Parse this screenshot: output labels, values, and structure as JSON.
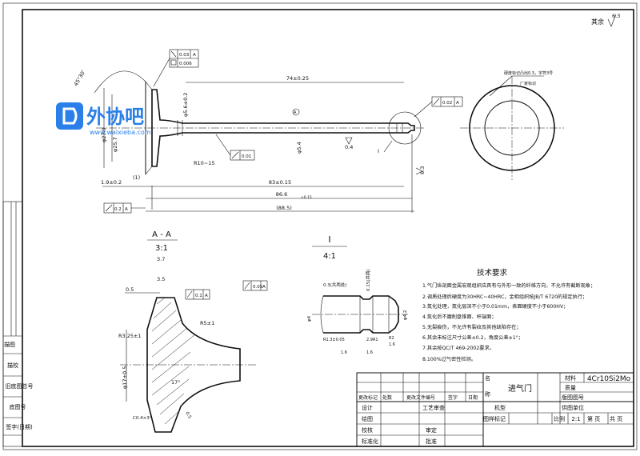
{
  "drawing": {
    "surface_finish_other": "其余",
    "surface_finish_value": "6.3",
    "watermark": {
      "name": "外协吧",
      "url": "www.waixieba.com"
    },
    "left_strip": [
      "描图",
      "描校",
      "旧底图总号",
      "底图号",
      "签字(日期)"
    ],
    "main_dims": {
      "d_74": "74±0.25",
      "d_83": "83±0.15",
      "d_86": "86.6",
      "d_86_tol": "±0.15",
      "d_88": "(88.5)",
      "d_19": "1.9±0.2",
      "d_1": "(1)",
      "r10": "R10~15",
      "d_272": "φ27.9",
      "d_257": "φ25.7",
      "d_56": "φ5.6±0.2",
      "d_stem": "φ5.4",
      "angle": "45°30'",
      "fine": "0.4",
      "rough": "6.3"
    },
    "tolerances": {
      "top_runout": "0.03",
      "top_flat": "0.006",
      "stem_runout": "0.02",
      "straight": "0.01",
      "face_runout": "0.2",
      "datum": "A",
      "datum_mark": "A"
    },
    "hardness_note": "硬度标记凸出0.3，字符3号",
    "mark_note": "厂家标识",
    "section_aa": {
      "title": "A - A",
      "scale": "3:1",
      "dims": [
        "3.7",
        "3.5",
        "0.5",
        "R3.25±1",
        "R5±1",
        "φ17±0.5",
        "17°",
        "C0.4×3°",
        "0.5",
        "0.1",
        "0.05"
      ],
      "label": "A"
    },
    "detail_i": {
      "title": "I",
      "scale": "4:1",
      "dims": [
        "0.3(共两处)",
        "0.15(共两)",
        "φ4",
        "φ4.2",
        "R1.3±0.05",
        "2.9R1",
        "R2",
        "1.6",
        "1.6",
        "1.6"
      ],
      "tol": "0.05"
    },
    "tech_req": {
      "title": "技术要求",
      "items": [
        "1.气门纵剖面金属宏观组织应具有与外形一致的纤维方向，不允许有截断现象；",
        "2.调质处理后硬度为30HRC~40HRC，金相组织按JB/T  6720的规定执行；",
        "3.氮化处理，氮化层深不小于0.01mm，表面硬度不小于600HV；",
        "4.氮化后不磨削盘锥面、杆端面；",
        "5.无裂痕伤，不允许有裂纹及其他缺陷存在；",
        "6.其余未标注尺寸公差±0.2，角度公差±1°；",
        "7.其余按QC/T 469-2002要求。",
        "8.100%过气密性检测。"
      ]
    },
    "title_block": {
      "part_name": "进气门",
      "material_label": "材料",
      "material": "4Cr10Si2Mo",
      "mass": "质量",
      "drawing_no": "版图图号",
      "supply_unit": "供图单位",
      "name_label": "名",
      "name_label2": "称",
      "model_label": "机型",
      "old_mark": "图样标记",
      "scale_label": "比例",
      "scale": "2:1",
      "sheet": "第  页",
      "sheets": "共  页",
      "rows_left": [
        "设计",
        "绘图",
        "校核",
        "标准化"
      ],
      "rows_mid": [
        "工艺审查",
        "",
        "审定",
        "批准"
      ],
      "header": [
        "更改标记",
        "处数",
        "更改文件编号",
        "签字",
        "日期"
      ]
    }
  }
}
